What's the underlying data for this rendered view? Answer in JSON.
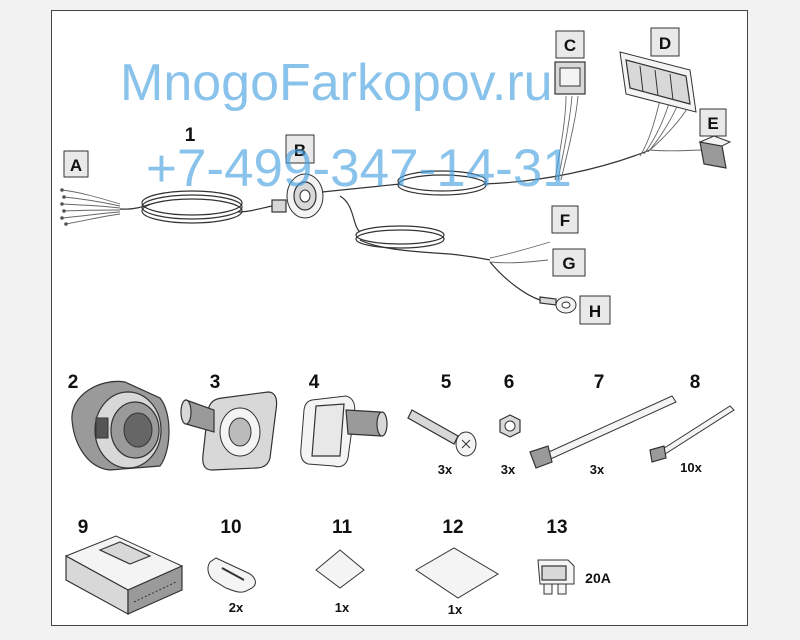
{
  "watermark": {
    "site": "MnogoFarkopov.ru",
    "phone": "+7-499-347-14-31"
  },
  "harness": {
    "item_number": "1",
    "connectors": [
      "A",
      "B",
      "C",
      "D",
      "E",
      "F",
      "G",
      "H"
    ]
  },
  "parts": [
    {
      "number": "2",
      "qty": ""
    },
    {
      "number": "3",
      "qty": ""
    },
    {
      "number": "4",
      "qty": ""
    },
    {
      "number": "5",
      "qty": "3x"
    },
    {
      "number": "6",
      "qty": "3x"
    },
    {
      "number": "7",
      "qty": "3x"
    },
    {
      "number": "8",
      "qty": "10x"
    },
    {
      "number": "9",
      "qty": ""
    },
    {
      "number": "10",
      "qty": "2x"
    },
    {
      "number": "11",
      "qty": "1x"
    },
    {
      "number": "12",
      "qty": "1x"
    },
    {
      "number": "13",
      "qty": "20A"
    }
  ]
}
